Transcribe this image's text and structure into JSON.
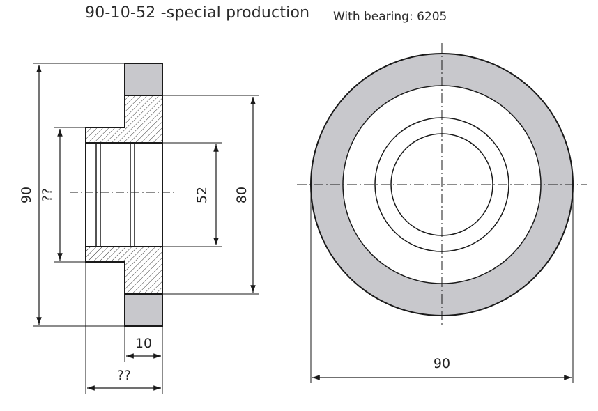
{
  "header": {
    "title": "90-10-52 -special production",
    "subtitle": "With bearing: 6205"
  },
  "side_view": {
    "dims": {
      "outer_diameter": "90",
      "hub_diameter": "??",
      "bore_diameter": "52",
      "shoulder_diameter": "80",
      "flange_width": "10",
      "overall_width": "??"
    }
  },
  "front_view": {
    "dims": {
      "outer_diameter": "90"
    }
  },
  "colors": {
    "stroke": "#1a1a1a",
    "gray_fill": "#c8c8cc",
    "hatch": "#333333"
  }
}
